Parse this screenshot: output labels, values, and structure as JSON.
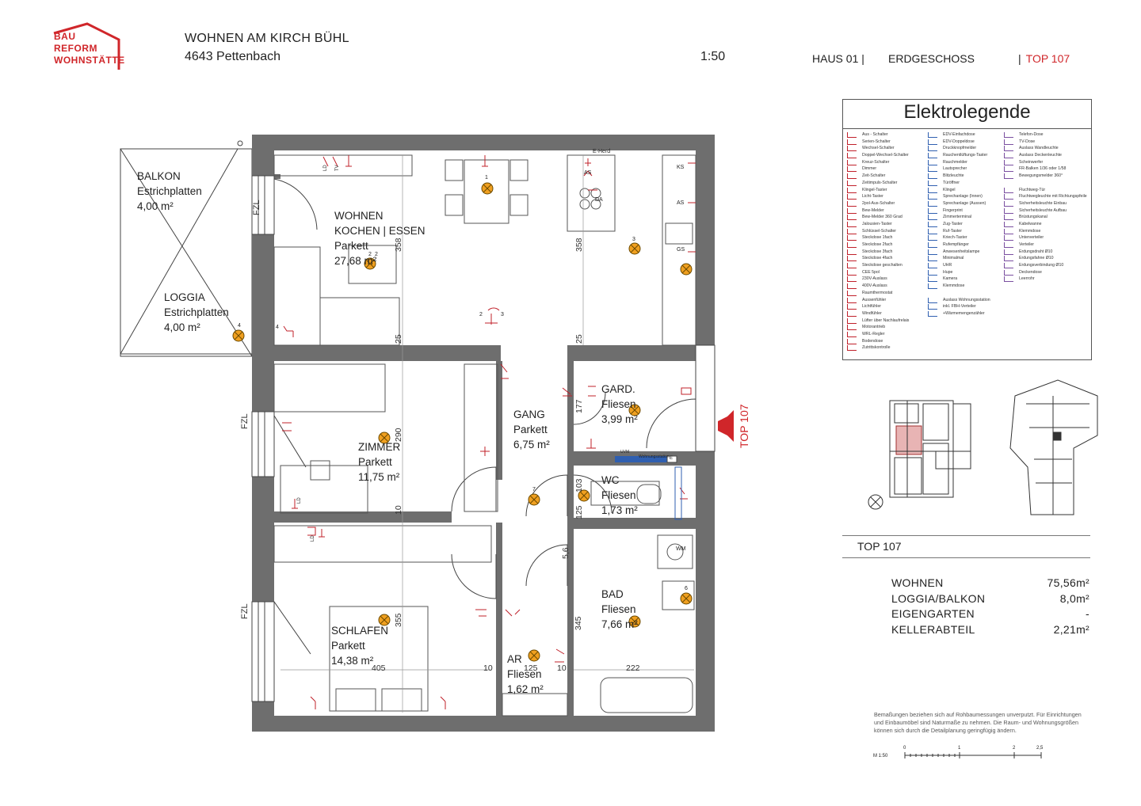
{
  "header": {
    "logo_lines": [
      "BAU",
      "REFORM",
      "WOHNSTÄTTE"
    ],
    "project_title": "WOHNEN AM KIRCH BÜHL",
    "project_city": "4643 Pettenbach",
    "scale": "1:50",
    "haus": "HAUS 01 |",
    "floor": "ERDGESCHOSS",
    "unit_bar": "|",
    "unit": "TOP 107"
  },
  "legend": {
    "title": "Elektrolegende",
    "col1": [
      "Aus - Schalter",
      "Serien-Schalter",
      "Wechsel-Schalter",
      "Doppel-Wechsel-Schalter",
      "Kreuz-Schalter",
      "Dimmer",
      "Zeit-Schalter",
      "Zeitimpuls-Schalter",
      "Klingel-Taster",
      "Licht-Taster",
      "2pol-Aus-Schalter",
      "Bew-Melder",
      "Bew-Melder 360 Grad",
      "Jalousien-Taster",
      "Schlüssel-Schalter",
      "Steckdose 1fach",
      "Steckdose 2fach",
      "Steckdose 3fach",
      "Steckdose 4fach",
      "Steckdose geschalten",
      "CEE 5pol",
      "230V-Auslass",
      "400V-Auslass",
      "Raumthermostat",
      "Aussenfühler",
      "Lichtfühler",
      "Windfühler",
      "Lüfter über Nachlaufrelais",
      "Motorantrieb",
      "WRL-Regler",
      "Bodendose",
      "Zutrittskontrolle"
    ],
    "col2": [
      "EDV-Einfachdose",
      "EDV-Doppeldose",
      "Druckknopfmelder",
      "Rauchentlüftungs-Taster",
      "Rauchmelder",
      "Lautsprecher",
      "Blitzleuchte",
      "Türöffner",
      "Klingel",
      "Sprechanlage (Innen)",
      "Sprechanlage (Aussen)",
      "Fingerprint",
      "Zimmerterminal",
      "Zug-Taster",
      "Ruf-Taster",
      "Kriech-Taster",
      "Rufempfänger",
      "Anwesenheitslampe",
      "Minimalmal",
      "UHR",
      "Hupe",
      "Kamera",
      "Klemmdose",
      "",
      "Auslass Wohnungsstation",
      "inkl. FBH-Verteiler",
      "+Wärmemengenzähler"
    ],
    "col3": [
      "Telefon-Dose",
      "TV-Dose",
      "Auslass Wandleuchte",
      "Auslass Deckenleuchte",
      "Scheinwerfer",
      "FR-Balken 1/36 oder 1/58",
      "Bewegungsmelder 360°",
      "",
      "Fluchtweg-Tür",
      "Fluchtwegleuchte mit Richtungspfeile",
      "Sicherheitsleuchte Einbau",
      "Sicherheitsleuchte Aufbau",
      "Brüstungskanal",
      "Kabelwanne",
      "Klemmdose",
      "Unterverteiler",
      "Verteiler",
      "Erdungsdraht Ø10",
      "Erdungsfahne Ø10",
      "Erdungsverbindung Ø10",
      "Deckendose",
      "Leerrohr"
    ]
  },
  "plan": {
    "rooms": [
      {
        "name": "WOHNEN",
        "sub": "KOCHEN | ESSEN",
        "floor": "Parkett",
        "area": "27,68 m²"
      },
      {
        "name": "ZIMMER",
        "floor": "Parkett",
        "area": "11,75 m²"
      },
      {
        "name": "SCHLAFEN",
        "floor": "Parkett",
        "area": "14,38 m²"
      },
      {
        "name": "GANG",
        "floor": "Parkett",
        "area": "6,75 m²"
      },
      {
        "name": "GARD.",
        "floor": "Fliesen",
        "area": "3,99 m²"
      },
      {
        "name": "WC",
        "floor": "Fliesen",
        "area": "1,73 m²"
      },
      {
        "name": "BAD",
        "floor": "Fliesen",
        "area": "7,66 m²"
      },
      {
        "name": "AR",
        "floor": "Fliesen",
        "area": "1,62 m²"
      },
      {
        "name": "BALKON",
        "floor": "Estrichplatten",
        "area": "4,00 m²"
      },
      {
        "name": "LOGGIA",
        "floor": "Estrichplatten",
        "area": "4,00 m²"
      }
    ],
    "fzl": "FZL",
    "entry_label": "TOP 107",
    "dims": [
      "358",
      "358",
      "25",
      "25",
      "290",
      "10",
      "355",
      "405",
      "10",
      "125",
      "10",
      "222",
      "345",
      "177",
      "103",
      "125",
      "5,6"
    ],
    "equipment": [
      "E-Herd",
      "AS",
      "DA",
      "KS",
      "AS",
      "GS",
      "WM",
      "LD",
      "TV",
      "LD",
      "LD",
      "Wohnungsstation",
      "UVM",
      "E"
    ],
    "light_numbers": [
      "1",
      "2",
      "2",
      "3",
      "3",
      "4",
      "4",
      "2",
      "7",
      "6"
    ]
  },
  "areas": {
    "title": "TOP 107",
    "rows": [
      {
        "label": "WOHNEN",
        "value": "75,56m²"
      },
      {
        "label": "LOGGIA/BALKON",
        "value": "8,0m²"
      },
      {
        "label": "EIGENGARTEN",
        "value": "-"
      },
      {
        "label": "KELLERABTEIL",
        "value": "2,21m²"
      }
    ],
    "note": "Bemaßungen beziehen sich auf Rohbaumessungen unverputzt. Für Einrichtungen und Einbaumöbel sind Naturmaße zu nehmen. Die Raum- und Wohnungsgrößen können sich durch die Detailplanung geringfügig ändern.",
    "scale_label": "M 1:50",
    "scale_ticks": [
      "0",
      "1",
      "2",
      "2,5"
    ]
  },
  "colors": {
    "accent": "#d0262a",
    "wall": "#6e6e6e",
    "light": "#f0a020"
  }
}
